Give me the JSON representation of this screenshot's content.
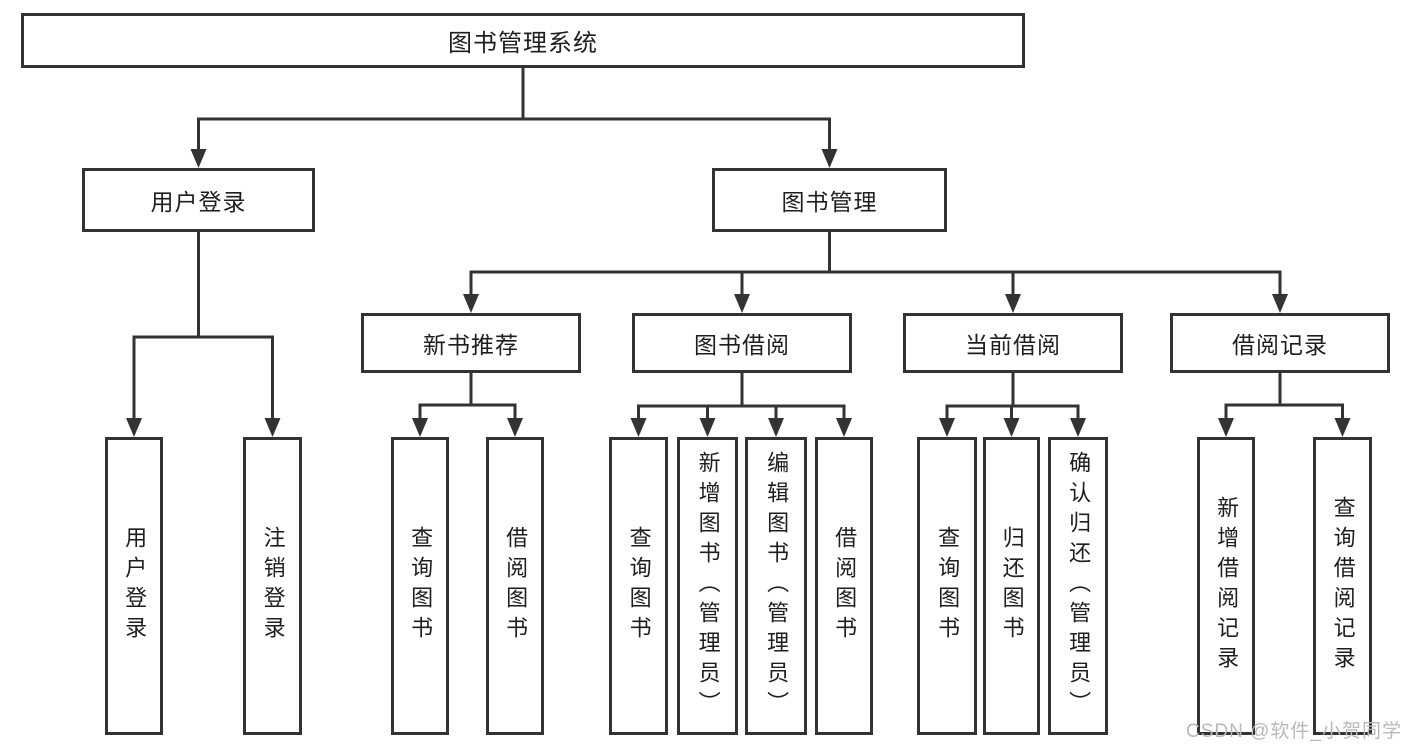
{
  "diagram": {
    "root": {
      "label": "图书管理系统"
    },
    "branches": [
      {
        "label": "用户登录",
        "children": [
          {
            "label": "用户登录"
          },
          {
            "label": "注销登录"
          }
        ]
      },
      {
        "label": "图书管理",
        "children": [
          {
            "label": "新书推荐",
            "children": [
              {
                "label": "查询图书"
              },
              {
                "label": "借阅图书"
              }
            ]
          },
          {
            "label": "图书借阅",
            "children": [
              {
                "label": "查询图书"
              },
              {
                "label": "新增图书（管理员）"
              },
              {
                "label": "编辑图书（管理员）"
              },
              {
                "label": "借阅图书"
              }
            ]
          },
          {
            "label": "当前借阅",
            "children": [
              {
                "label": "查询图书"
              },
              {
                "label": "归还图书"
              },
              {
                "label": "确认归还（管理员）"
              }
            ]
          },
          {
            "label": "借阅记录",
            "children": [
              {
                "label": "新增借阅记录"
              },
              {
                "label": "查询借阅记录"
              }
            ]
          }
        ]
      }
    ],
    "colors": {
      "line": "#333333",
      "text": "#1e1e1e",
      "background": "#ffffff",
      "watermark": "#b9b9b9"
    }
  },
  "watermark": {
    "text": "CSDN @软件_小贺同学"
  }
}
